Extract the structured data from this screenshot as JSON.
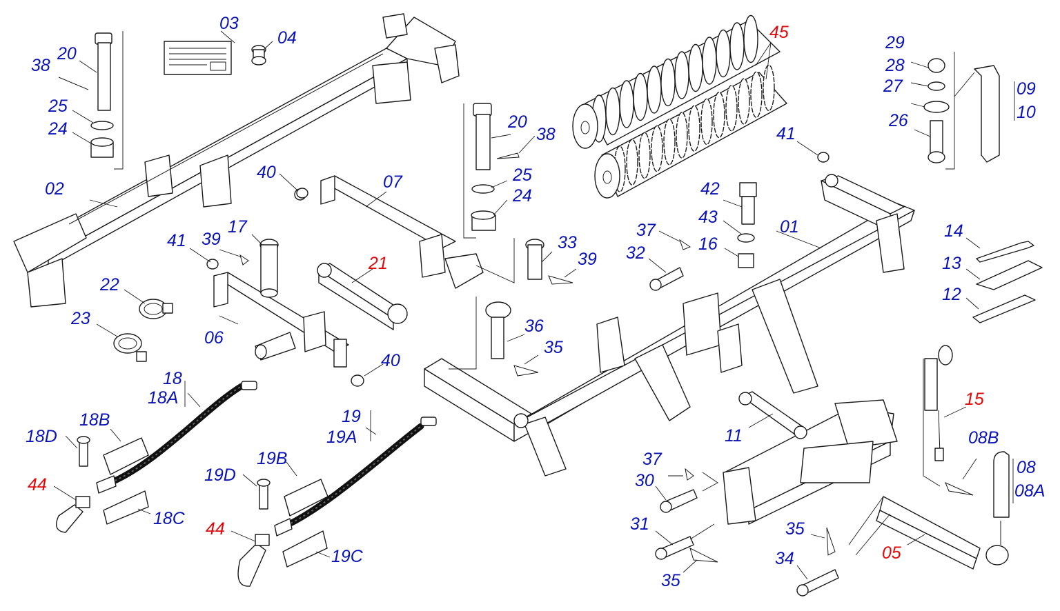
{
  "colors": {
    "label_blue": "#0a14b4",
    "label_red": "#e00a0a",
    "line": "#1a1a1a",
    "background": "#ffffff"
  },
  "labels": {
    "l01": "01",
    "l02": "02",
    "l03": "03",
    "l04": "04",
    "l05": "05",
    "l06": "06",
    "l07": "07",
    "l08": "08",
    "l08A": "08A",
    "l08B": "08B",
    "l09": "09",
    "l10": "10",
    "l11": "11",
    "l12": "12",
    "l13": "13",
    "l14": "14",
    "l15": "15",
    "l16": "16",
    "l17": "17",
    "l18": "18",
    "l18A": "18A",
    "l18B": "18B",
    "l18C": "18C",
    "l18D": "18D",
    "l19": "19",
    "l19A": "19A",
    "l19B": "19B",
    "l19C": "19C",
    "l19D": "19D",
    "l20a": "20",
    "l20b": "20",
    "l21": "21",
    "l22": "22",
    "l23": "23",
    "l24a": "24",
    "l24b": "24",
    "l25a": "25",
    "l25b": "25",
    "l26": "26",
    "l27": "27",
    "l28": "28",
    "l29": "29",
    "l30": "30",
    "l31": "31",
    "l32": "32",
    "l33": "33",
    "l34": "34",
    "l35a": "35",
    "l35b": "35",
    "l35c": "35",
    "l36": "36",
    "l37a": "37",
    "l37b": "37",
    "l38a": "38",
    "l38b": "38",
    "l39a": "39",
    "l39b": "39",
    "l40a": "40",
    "l40b": "40",
    "l41a": "41",
    "l41b": "41",
    "l42": "42",
    "l43": "43",
    "l44a": "44",
    "l44b": "44",
    "l45": "45"
  }
}
